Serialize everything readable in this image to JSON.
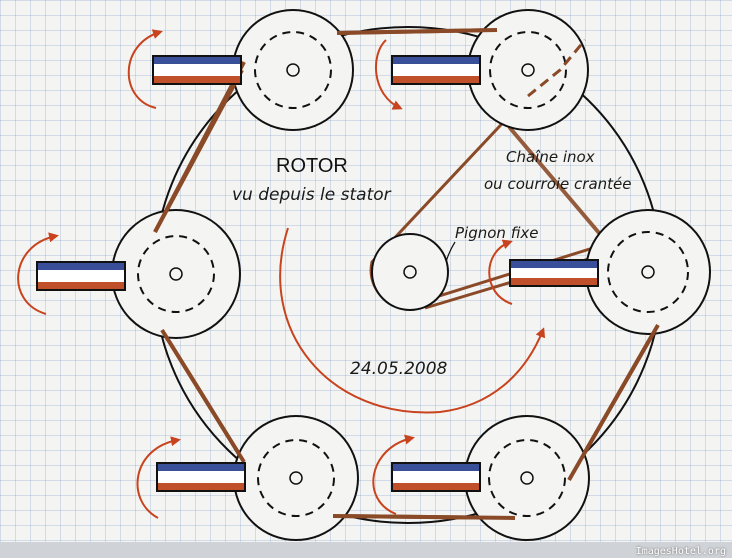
{
  "labels": {
    "rotor_title": "ROTOR",
    "rotor_subtitle": "vu depuis le stator",
    "chain_line1": "Chaîne inox",
    "chain_line2": "ou courroie crantée",
    "pinion": "Pignon fixe",
    "date": "24.05.2008"
  },
  "watermark": "ImagesHotel.org",
  "colors": {
    "ink": "#111111",
    "chain": "#8a4a28",
    "arrow": "#c8431e",
    "blade_blue": "#3a4f9a",
    "blade_red": "#c0502a"
  },
  "wheels_count": 6
}
